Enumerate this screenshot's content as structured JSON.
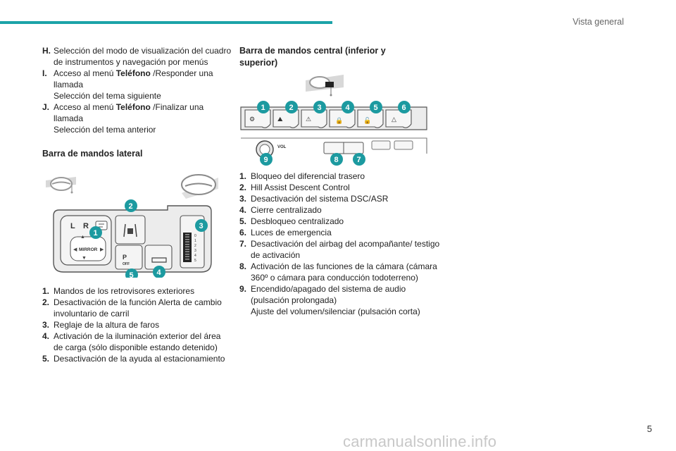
{
  "header": {
    "section": "Vista general",
    "page_number": "5"
  },
  "watermark": "carmanualsonline.info",
  "left_column": {
    "top_items": [
      {
        "key": "H.",
        "lines": [
          "Selección del modo de visualización del cuadro de instrumentos y navegación por menús"
        ]
      },
      {
        "key": "I.",
        "pre": "Acceso al menú ",
        "bold": "Teléfono",
        "post": " /Responder una llamada",
        "extra": "Selección del tema siguiente"
      },
      {
        "key": "J.",
        "pre": "Acceso al menú ",
        "bold": "Teléfono",
        "post": " /Finalizar una llamada",
        "extra": "Selección del tema anterior"
      }
    ],
    "heading": "Barra de mandos lateral",
    "figure": {
      "panel_labels": {
        "l": "L",
        "r": "R",
        "mirror": "MIRROR",
        "p": "P",
        "off": "OFF",
        "scale": [
          "0",
          "1",
          "2",
          "3",
          "4",
          "5"
        ]
      },
      "badges": [
        "1",
        "2",
        "3",
        "4",
        "5"
      ]
    },
    "items": [
      {
        "key": "1.",
        "text": "Mandos de los retrovisores exteriores"
      },
      {
        "key": "2.",
        "text": "Desactivación de la función Alerta de cambio involuntario de carril"
      },
      {
        "key": "3.",
        "text": "Reglaje de la altura de faros"
      },
      {
        "key": "4.",
        "text": "Activación de la iluminación exterior del área de carga (sólo disponible estando detenido)"
      },
      {
        "key": "5.",
        "text": "Desactivación de la ayuda al estacionamiento"
      }
    ]
  },
  "right_column": {
    "heading": "Barra de mandos central (inferior y superior)",
    "figure": {
      "vol_label": "VOL",
      "badges_top": [
        "1",
        "2",
        "3",
        "4",
        "5",
        "6"
      ],
      "badges_bottom": [
        "9",
        "8",
        "7"
      ]
    },
    "items": [
      {
        "key": "1.",
        "text": "Bloqueo del diferencial trasero"
      },
      {
        "key": "2.",
        "text": "Hill Assist Descent Control"
      },
      {
        "key": "3.",
        "text": "Desactivación del sistema DSC/ASR"
      },
      {
        "key": "4.",
        "text": "Cierre centralizado"
      },
      {
        "key": "5.",
        "text": "Desbloqueo centralizado"
      },
      {
        "key": "6.",
        "text": "Luces de emergencia"
      },
      {
        "key": "7.",
        "text": "Desactivación del airbag del acompañante/ testigo de activación"
      },
      {
        "key": "8.",
        "text": "Activación de las funciones de la cámara (cámara 360º o cámara para conducción todoterreno)"
      },
      {
        "key": "9.",
        "text": "Encendido/apagado del sistema de audio (pulsación prolongada)",
        "extra": "Ajuste del volumen/silenciar (pulsación corta)"
      }
    ]
  },
  "colors": {
    "accent": "#1ba3a8",
    "badge": "#1c9aa0",
    "panel_fill": "#ededed"
  }
}
